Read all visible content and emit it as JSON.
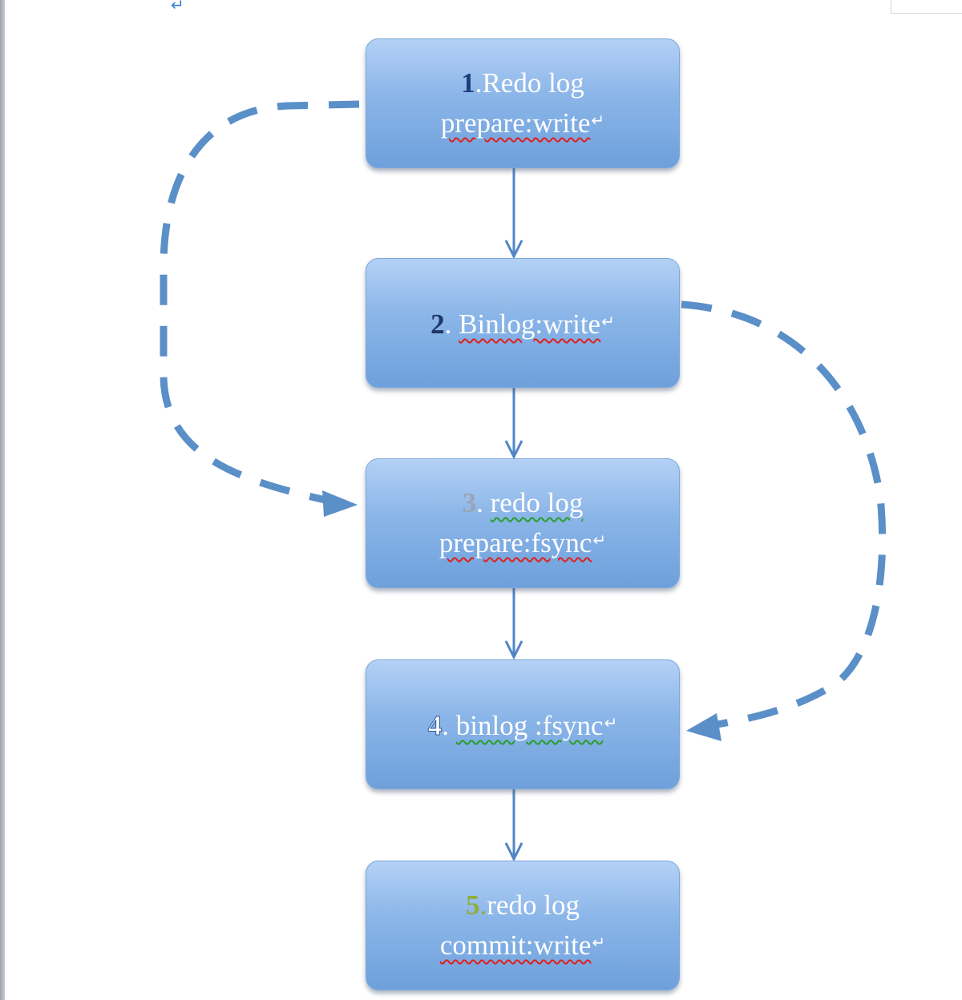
{
  "markers": {
    "paragraph_mark": "↵"
  },
  "steps": [
    {
      "number": "1",
      "sep": ".",
      "lines": [
        "Redo log",
        "prepare:write"
      ]
    },
    {
      "number": "2",
      "sep": ". ",
      "lines": [
        "Binlog:write"
      ]
    },
    {
      "number": "3",
      "sep": ". ",
      "lines": [
        "redo log",
        "prepare:fsync"
      ]
    },
    {
      "number": "4",
      "sep": ". ",
      "lines": [
        "binlog :fsync"
      ]
    },
    {
      "number": "5",
      "sep": ".",
      "lines": [
        "redo log",
        "commit:write"
      ]
    }
  ],
  "colors": {
    "box_top": "#b4d1f6",
    "box_bottom": "#6ea0dc",
    "connector": "#4f86c6",
    "dashed_connector": "#5a8fc8"
  }
}
